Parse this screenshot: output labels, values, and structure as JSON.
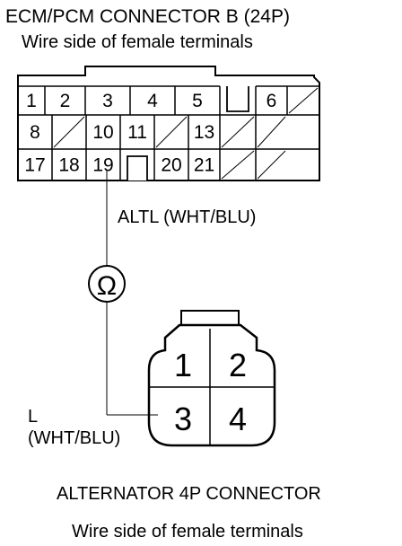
{
  "ecm_connector": {
    "title": "ECM/PCM CONNECTOR B (24P)",
    "subtitle": "Wire side of female terminals",
    "pins": [
      {
        "label": "1",
        "row": 0,
        "col": 0
      },
      {
        "label": "2",
        "row": 0,
        "col": 1
      },
      {
        "label": "3",
        "row": 0,
        "col": 2
      },
      {
        "label": "4",
        "row": 0,
        "col": 3
      },
      {
        "label": "5",
        "row": 0,
        "col": 4
      },
      {
        "label": "",
        "row": 0,
        "col": 5,
        "key": true
      },
      {
        "label": "6",
        "row": 0,
        "col": 6
      },
      {
        "label": "",
        "row": 0,
        "col": 7,
        "empty": true
      },
      {
        "label": "8",
        "row": 1,
        "col": 0
      },
      {
        "label": "",
        "row": 1,
        "col": 1,
        "empty": true
      },
      {
        "label": "10",
        "row": 1,
        "col": 2
      },
      {
        "label": "11",
        "row": 1,
        "col": 3
      },
      {
        "label": "",
        "row": 1,
        "col": 4,
        "empty": true
      },
      {
        "label": "13",
        "row": 1,
        "col": 5
      },
      {
        "label": "",
        "row": 1,
        "col": 6,
        "empty": true
      },
      {
        "label": "",
        "row": 1,
        "col": 7,
        "empty": true
      },
      {
        "label": "17",
        "row": 2,
        "col": 0
      },
      {
        "label": "18",
        "row": 2,
        "col": 1
      },
      {
        "label": "19",
        "row": 2,
        "col": 2
      },
      {
        "label": "",
        "row": 2,
        "col": 3,
        "key": true
      },
      {
        "label": "20",
        "row": 2,
        "col": 4
      },
      {
        "label": "21",
        "row": 2,
        "col": 5
      },
      {
        "label": "",
        "row": 2,
        "col": 6,
        "empty": true
      },
      {
        "label": "",
        "row": 2,
        "col": 7,
        "empty": true
      }
    ]
  },
  "wire_top_label": "ALTL (WHT/BLU)",
  "meter_symbol": "Ω",
  "wire_bottom_label": {
    "line1": "L",
    "line2": "(WHT/BLU)"
  },
  "alternator_connector": {
    "title": "ALTERNATOR 4P CONNECTOR",
    "subtitle": "Wire side of female terminals",
    "pins": [
      "1",
      "2",
      "3",
      "4"
    ]
  }
}
